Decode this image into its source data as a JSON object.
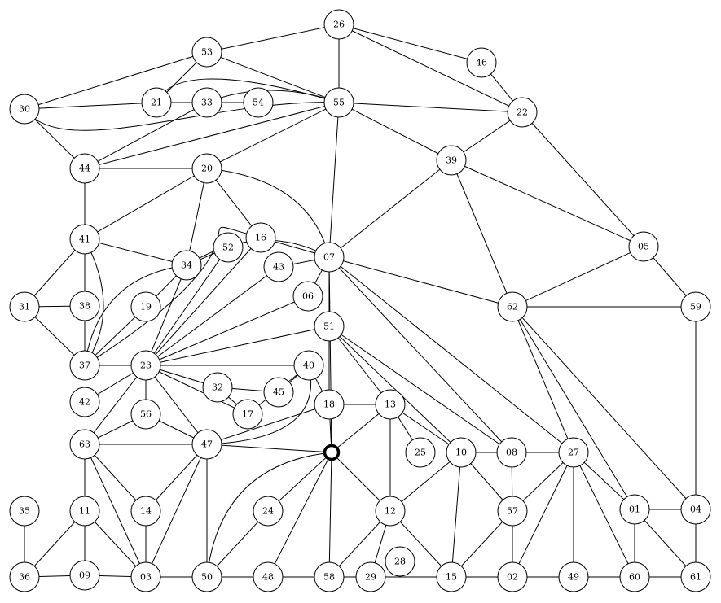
{
  "graph": {
    "nodes": [
      "26",
      "53",
      "46",
      "30",
      "21",
      "33",
      "54",
      "55",
      "22",
      "44",
      "20",
      "39",
      "41",
      "16",
      "52",
      "07",
      "05",
      "34",
      "43",
      "31",
      "38",
      "19",
      "06",
      "62",
      "59",
      "51",
      "37",
      "23",
      "40",
      "32",
      "45",
      "42",
      "18",
      "13",
      "56",
      "17",
      "63",
      "47",
      "25",
      "10",
      "08",
      "27",
      "35",
      "11",
      "14",
      "24",
      "12",
      "57",
      "01",
      "04",
      "28",
      "36",
      "09",
      "03",
      "50",
      "48",
      "58",
      "29",
      "15",
      "02",
      "49",
      "60",
      "61"
    ],
    "hub": "hub",
    "edges": [
      [
        "26",
        "53"
      ],
      [
        "26",
        "55"
      ],
      [
        "26",
        "46"
      ],
      [
        "26",
        "22"
      ],
      [
        "46",
        "22"
      ],
      [
        "53",
        "30"
      ],
      [
        "53",
        "21"
      ],
      [
        "53",
        "55"
      ],
      [
        "30",
        "21"
      ],
      [
        "30",
        "44"
      ],
      [
        "21",
        "33"
      ],
      [
        "33",
        "44"
      ],
      [
        "33",
        "54"
      ],
      [
        "55",
        "22"
      ],
      [
        "55",
        "39"
      ],
      [
        "55",
        "07"
      ],
      [
        "55",
        "44"
      ],
      [
        "55",
        "20"
      ],
      [
        "22",
        "39"
      ],
      [
        "22",
        "05"
      ],
      [
        "44",
        "20"
      ],
      [
        "44",
        "41"
      ],
      [
        "20",
        "41"
      ],
      [
        "20",
        "34"
      ],
      [
        "20",
        "16"
      ],
      [
        "39",
        "07"
      ],
      [
        "39",
        "05"
      ],
      [
        "39",
        "62"
      ],
      [
        "41",
        "34"
      ],
      [
        "41",
        "31"
      ],
      [
        "41",
        "38"
      ],
      [
        "31",
        "38"
      ],
      [
        "31",
        "37"
      ],
      [
        "38",
        "37"
      ],
      [
        "16",
        "07"
      ],
      [
        "16",
        "23"
      ],
      [
        "52",
        "34"
      ],
      [
        "52",
        "23"
      ],
      [
        "43",
        "07"
      ],
      [
        "43",
        "23"
      ],
      [
        "34",
        "19"
      ],
      [
        "34",
        "23"
      ],
      [
        "19",
        "37"
      ],
      [
        "06",
        "23"
      ],
      [
        "06",
        "07"
      ],
      [
        "07",
        "51"
      ],
      [
        "07",
        "62"
      ],
      [
        "07",
        "08"
      ],
      [
        "07",
        "27"
      ],
      [
        "07",
        "hub"
      ],
      [
        "05",
        "62"
      ],
      [
        "05",
        "59"
      ],
      [
        "62",
        "59"
      ],
      [
        "62",
        "27"
      ],
      [
        "62",
        "01"
      ],
      [
        "62",
        "04"
      ],
      [
        "59",
        "04"
      ],
      [
        "51",
        "23"
      ],
      [
        "51",
        "18"
      ],
      [
        "51",
        "13"
      ],
      [
        "51",
        "10"
      ],
      [
        "51",
        "08"
      ],
      [
        "37",
        "23"
      ],
      [
        "23",
        "40"
      ],
      [
        "23",
        "32"
      ],
      [
        "23",
        "17"
      ],
      [
        "23",
        "47"
      ],
      [
        "23",
        "56"
      ],
      [
        "23",
        "63"
      ],
      [
        "23",
        "42"
      ],
      [
        "32",
        "45"
      ],
      [
        "32",
        "17"
      ],
      [
        "17",
        "40"
      ],
      [
        "45",
        "40"
      ],
      [
        "40",
        "18"
      ],
      [
        "18",
        "13"
      ],
      [
        "18",
        "47"
      ],
      [
        "18",
        "hub"
      ],
      [
        "13",
        "hub"
      ],
      [
        "13",
        "25"
      ],
      [
        "13",
        "12"
      ],
      [
        "13",
        "10"
      ],
      [
        "56",
        "63"
      ],
      [
        "56",
        "47"
      ],
      [
        "63",
        "47"
      ],
      [
        "63",
        "11"
      ],
      [
        "63",
        "14"
      ],
      [
        "63",
        "03"
      ],
      [
        "47",
        "14"
      ],
      [
        "47",
        "03"
      ],
      [
        "47",
        "50"
      ],
      [
        "47",
        "hub"
      ],
      [
        "hub",
        "24"
      ],
      [
        "hub",
        "12"
      ],
      [
        "hub",
        "48"
      ],
      [
        "hub",
        "58"
      ],
      [
        "10",
        "08"
      ],
      [
        "10",
        "12"
      ],
      [
        "10",
        "15"
      ],
      [
        "10",
        "57"
      ],
      [
        "08",
        "27"
      ],
      [
        "08",
        "57"
      ],
      [
        "27",
        "57"
      ],
      [
        "27",
        "02"
      ],
      [
        "27",
        "49"
      ],
      [
        "27",
        "60"
      ],
      [
        "27",
        "01"
      ],
      [
        "01",
        "04"
      ],
      [
        "01",
        "60"
      ],
      [
        "01",
        "61"
      ],
      [
        "04",
        "61"
      ],
      [
        "35",
        "36"
      ],
      [
        "11",
        "36"
      ],
      [
        "11",
        "09"
      ],
      [
        "11",
        "03"
      ],
      [
        "14",
        "03"
      ],
      [
        "24",
        "50"
      ],
      [
        "12",
        "58"
      ],
      [
        "12",
        "29"
      ],
      [
        "12",
        "15"
      ],
      [
        "57",
        "15"
      ],
      [
        "57",
        "02"
      ],
      [
        "36",
        "09"
      ],
      [
        "09",
        "03"
      ],
      [
        "03",
        "50"
      ],
      [
        "50",
        "48"
      ],
      [
        "48",
        "58"
      ],
      [
        "58",
        "29"
      ],
      [
        "29",
        "15"
      ],
      [
        "15",
        "02"
      ],
      [
        "02",
        "49"
      ],
      [
        "49",
        "60"
      ],
      [
        "60",
        "61"
      ]
    ],
    "curves": [
      [
        "21",
        "55"
      ],
      [
        "30",
        "55"
      ],
      [
        "33",
        "55"
      ],
      [
        "20",
        "07"
      ],
      [
        "41",
        "37"
      ],
      [
        "34",
        "37"
      ],
      [
        "16",
        "37"
      ],
      [
        "34",
        "07"
      ],
      [
        "40",
        "47"
      ],
      [
        "50",
        "hub"
      ]
    ]
  }
}
